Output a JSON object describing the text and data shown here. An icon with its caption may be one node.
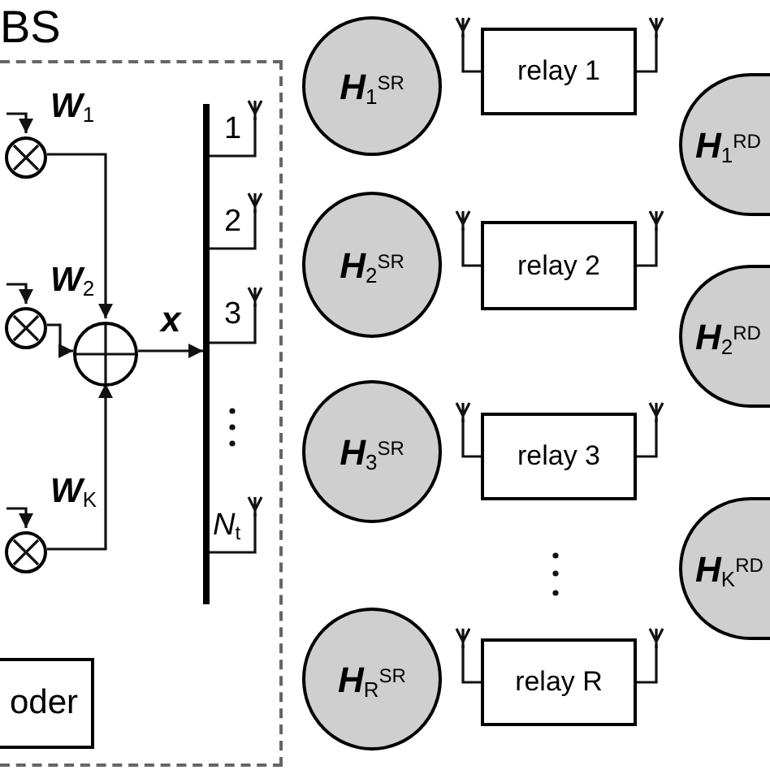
{
  "diagram": {
    "nodes": [
      {
        "text": [
          "BS"
        ]
      },
      {
        "text": [],
        "shape": "circle",
        "in": 0,
        "beside": [
          "**W**$_{1}$"
        ]
      },
      {
        "text": [],
        "shape": "circle",
        "in": 0,
        "beside": [
          "**W**$_{2}$"
        ]
      },
      {
        "text": [],
        "shape": "circle",
        "in": 0,
        "beside": [
          "**W**$_{K}$"
        ]
      },
      {
        "text": [],
        "shape": "circle",
        "in": 0
      },
      {
        "text": [],
        "shape": "bar",
        "in": 0
      },
      {
        "text": [
          "oder"
        ],
        "in": 0
      },
      {
        "text": [
          "**H**$_{1}$$^{SR}$"
        ]
      },
      {
        "text": [
          "**H**$_{2}$$^{SR}$"
        ]
      },
      {
        "text": [
          "**H**$_{3}$$^{SR}$"
        ]
      },
      {
        "text": [
          "**H**$_{R}$$^{SR}$"
        ]
      },
      {
        "text": [
          "relay 1"
        ]
      },
      {
        "text": [
          "relay 2"
        ]
      },
      {
        "text": [
          "relay 3"
        ]
      },
      {
        "text": [
          "relay R"
        ]
      },
      {
        "text": [
          "**H**$_{1}$$^{RD}$"
        ]
      },
      {
        "text": [
          "**H**$_{2}$$^{RD}$"
        ]
      },
      {
        "text": [
          "**H**$_{K}$$^{RD}$"
        ]
      }
    ],
    "edges": [
      {
        "from": null,
        "to": 1,
        "arrow": "to"
      },
      {
        "from": null,
        "to": 2,
        "arrow": "to"
      },
      {
        "from": null,
        "to": 3,
        "arrow": "to"
      },
      {
        "from": 1,
        "to": 4,
        "arrow": "to"
      },
      {
        "from": 2,
        "to": 4,
        "arrow": "to"
      },
      {
        "from": 3,
        "to": 4,
        "arrow": "to"
      },
      {
        "from": 4,
        "to": 5,
        "arrow": "to",
        "label": "x"
      }
    ],
    "labels": [
      "1",
      "2",
      "3",
      "*N*$_{t}$"
    ]
  }
}
